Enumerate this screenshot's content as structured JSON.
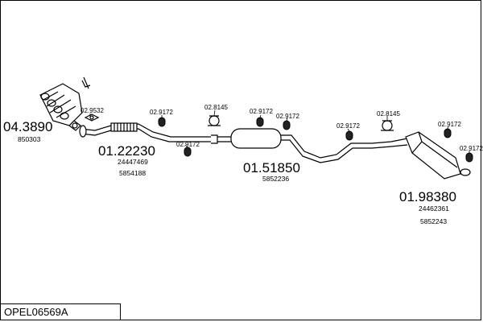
{
  "diagram": {
    "code": "OPEL06569A",
    "parts": [
      {
        "number": "04.3890",
        "refs": [
          "850303"
        ]
      },
      {
        "number": "01.22230",
        "refs": [
          "24447469",
          "5854188"
        ]
      },
      {
        "number": "01.51850",
        "refs": [
          "5852236"
        ]
      },
      {
        "number": "01.98380",
        "refs": [
          "24462361",
          "5852243"
        ]
      }
    ],
    "fittings": [
      "02.9532",
      "02.9172",
      "02.9172",
      "02.8145",
      "02.9172",
      "02.9172",
      "02.9172",
      "02.8145",
      "02.9172",
      "02.9172"
    ]
  }
}
